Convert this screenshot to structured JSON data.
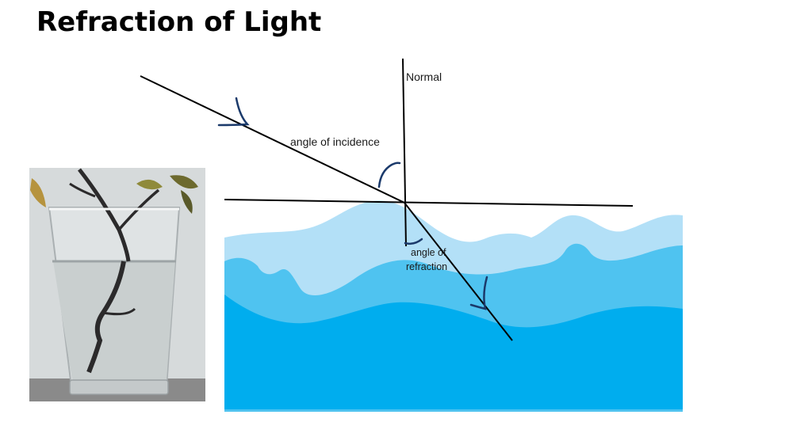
{
  "title": "Refraction of Light",
  "labels": {
    "normal": "Normal",
    "angle_of_incidence": "angle of incidence",
    "angle_of_refraction_line1": "angle of",
    "angle_of_refraction_line2": "refraction"
  },
  "colors": {
    "water_light": "#b3e0f7",
    "water_mid": "#4fc3f0",
    "water_deep": "#00adee",
    "ray": "#000000",
    "arrow_and_arc": "#1b3a6b"
  },
  "photo": {
    "subject": "twig-in-glass-of-water",
    "colors": {
      "background": "#d6dadb",
      "water": "#c9cfcf",
      "twig": "#2b2a2b",
      "leaf": "#9a8a3e",
      "table": "#7f7f7f"
    }
  }
}
